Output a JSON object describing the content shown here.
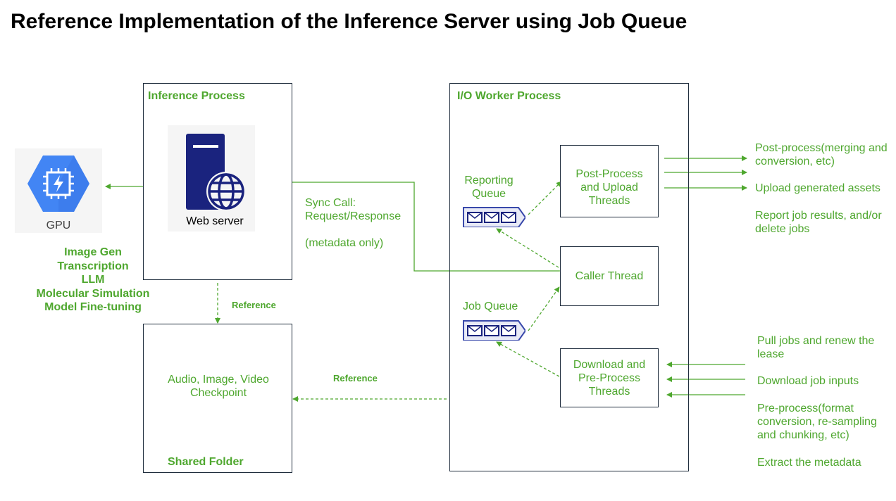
{
  "title": "Reference Implementation of the Inference Server using Job Queue",
  "gpu": {
    "label": "GPU",
    "icon": "chip-hexagon-icon"
  },
  "workloads": [
    "Image Gen",
    "Transcription",
    "LLM",
    "Molecular Simulation",
    "Model Fine-tuning"
  ],
  "inference_process": {
    "title": "Inference Process",
    "web_server_label": "Web server",
    "icon": "server-globe-icon"
  },
  "shared_folder": {
    "title": "Shared Folder",
    "content": "Audio, Image, Video\nCheckpoint"
  },
  "reference_labels": {
    "vertical": "Reference",
    "horizontal": "Reference"
  },
  "sync_call": {
    "line1": "Sync Call:",
    "line2": "Request/Response",
    "line3": "(metadata only)"
  },
  "io_worker": {
    "title": "I/O Worker Process",
    "reporting_queue": "Reporting\nQueue",
    "job_queue": "Job Queue",
    "post_process": "Post-Process\nand Upload\nThreads",
    "caller": "Caller Thread",
    "download": "Download and\nPre-Process\nThreads"
  },
  "outputs": [
    "Post-process(merging and\nconversion, etc)",
    "Upload generated assets",
    "Report job results, and/or\ndelete jobs"
  ],
  "inputs": [
    "Pull jobs and renew the\nlease",
    "Download job inputs",
    "Pre-process(format\nconversion, re-sampling\nand chunking, etc)",
    "Extract the metadata"
  ],
  "colors": {
    "accent": "#4ea72e",
    "border": "#1f2d3d",
    "gpu_blue": "#4285f4",
    "server_navy": "#1a237e"
  }
}
